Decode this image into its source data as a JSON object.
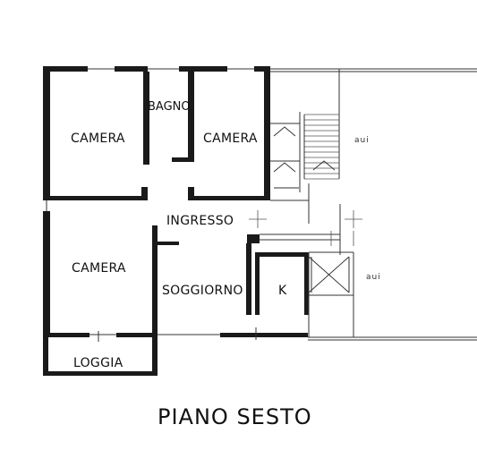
{
  "floor_title": "PIANO SESTO",
  "rooms": {
    "camera_top_left": "CAMERA",
    "bagno": "BAGNO",
    "camera_top_right": "CAMERA",
    "ingresso": "INGRESSO",
    "camera_bottom_left": "CAMERA",
    "soggiorno": "SOGGIORNO",
    "kitchen": "K",
    "loggia": "LOGGIA"
  },
  "annotations": {
    "courtyard_top": "aui",
    "courtyard_bottom": "aui"
  }
}
